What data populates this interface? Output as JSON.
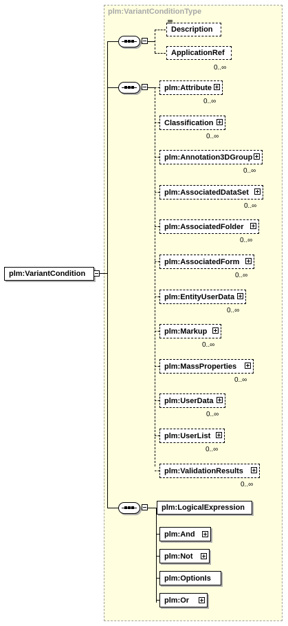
{
  "diagram": {
    "type_title": "plm:VariantConditionType",
    "root": {
      "label": "plm:VariantCondition"
    },
    "group1": {
      "items": [
        {
          "label": "Description",
          "cardinality": ""
        },
        {
          "label": "ApplicationRef",
          "cardinality": "0..∞"
        }
      ]
    },
    "group2": {
      "items": [
        {
          "label": "plm:Attribute",
          "cardinality": "0..∞"
        },
        {
          "label": "Classification",
          "cardinality": "0..∞"
        },
        {
          "label": "plm:Annotation3DGroup",
          "cardinality": "0..∞"
        },
        {
          "label": "plm:AssociatedDataSet",
          "cardinality": "0..∞"
        },
        {
          "label": "plm:AssociatedFolder",
          "cardinality": "0..∞"
        },
        {
          "label": "plm:AssociatedForm",
          "cardinality": "0..∞"
        },
        {
          "label": "plm:EntityUserData",
          "cardinality": "0..∞"
        },
        {
          "label": "plm:Markup",
          "cardinality": "0..∞"
        },
        {
          "label": "plm:MassProperties",
          "cardinality": "0..∞"
        },
        {
          "label": "plm:UserData",
          "cardinality": "0..∞"
        },
        {
          "label": "plm:UserList",
          "cardinality": "0..∞"
        },
        {
          "label": "plm:ValidationResults",
          "cardinality": "0..∞"
        }
      ]
    },
    "group3": {
      "head": {
        "label": "plm:LogicalExpression"
      },
      "items": [
        {
          "label": "plm:And"
        },
        {
          "label": "plm:Not"
        },
        {
          "label": "plm:OptionIs"
        },
        {
          "label": "plm:Or"
        }
      ]
    }
  }
}
